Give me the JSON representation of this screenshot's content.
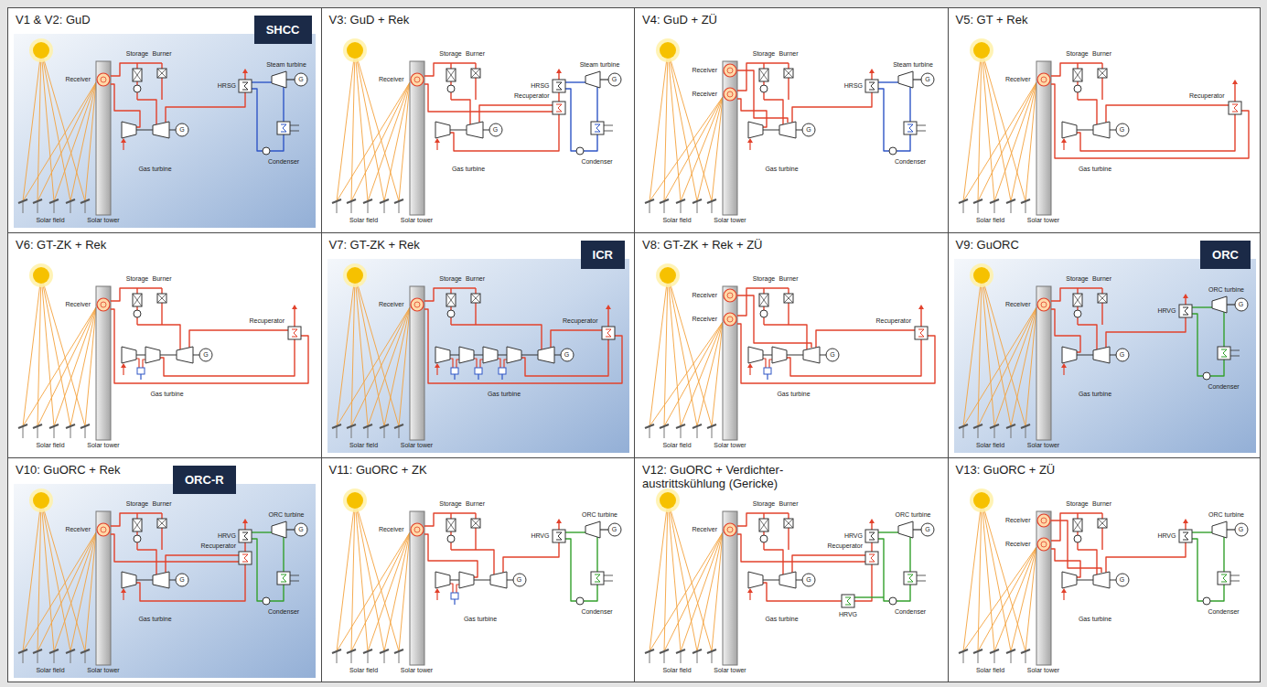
{
  "diagram": {
    "nodes": [
      {
        "text": [
          "V1 & V2: GuD",
          "Receiver",
          "Storage",
          "Burner",
          "Steam turbine",
          "G",
          "HRSG",
          "G",
          "Condenser",
          "Gas turbine",
          "Solar field",
          "Solar tower"
        ]
      },
      {
        "text": [
          "SHCC"
        ],
        "in": 0
      },
      {
        "text": [
          "V3: GuD + Rek",
          "Receiver",
          "Storage",
          "Burner",
          "Steam turbine",
          "G",
          "HRSG",
          "Recuperator",
          "G",
          "Condenser",
          "Gas turbine",
          "Solar field",
          "Solar tower"
        ]
      },
      {
        "text": [
          "V4: GuD + ZÜ",
          "Receiver",
          "Receiver",
          "Storage",
          "Burner",
          "Steam turbine",
          "G",
          "HRSG",
          "G",
          "Condenser",
          "Gas turbine",
          "Solar field",
          "Solar tower"
        ]
      },
      {
        "text": [
          "V5: GT + Rek",
          "Receiver",
          "Storage",
          "Burner",
          "Recuperator",
          "G",
          "Gas turbine",
          "Solar field",
          "Solar tower"
        ]
      },
      {
        "text": [
          "V6: GT-ZK + Rek",
          "Receiver",
          "Storage",
          "Burner",
          "Recuperator",
          "G",
          "Gas turbine",
          "Solar field",
          "Solar tower"
        ]
      },
      {
        "text": [
          "V7: GT-ZK + Rek",
          "Receiver",
          "Storage",
          "Burner",
          "Recuperator",
          "G",
          "Gas turbine",
          "Solar field",
          "Solar tower"
        ]
      },
      {
        "text": [
          "ICR"
        ],
        "in": 6
      },
      {
        "text": [
          "V8: GT-ZK + Rek + ZÜ",
          "Receiver",
          "Receiver",
          "Storage",
          "Burner",
          "Recuperator",
          "G",
          "Gas turbine",
          "Solar field",
          "Solar tower"
        ]
      },
      {
        "text": [
          "V9: GuORC",
          "Receiver",
          "Storage",
          "Burner",
          "ORC turbine",
          "G",
          "HRVG",
          "G",
          "Condenser",
          "Gas turbine",
          "Solar field",
          "Solar tower"
        ]
      },
      {
        "text": [
          "ORC"
        ],
        "in": 9
      },
      {
        "text": [
          "V10: GuORC + Rek",
          "Receiver",
          "Storage",
          "Burner",
          "ORC turbine",
          "G",
          "HRVG",
          "Recuperator",
          "G",
          "Condenser",
          "Gas turbine",
          "Solar field",
          "Solar tower"
        ]
      },
      {
        "text": [
          "ORC-R"
        ],
        "in": 11
      },
      {
        "text": [
          "V11: GuORC + ZK",
          "Receiver",
          "Storage",
          "Burner",
          "ORC turbine",
          "G",
          "HRVG",
          "G",
          "Condenser",
          "Gas turbine",
          "Solar field",
          "Solar tower"
        ]
      },
      {
        "text": [
          "V12: GuORC + Verdichter- austrittskühlung (Gericke)",
          "Receiver",
          "Storage",
          "Burner",
          "ORC turbine",
          "G",
          "HRVG",
          "Recuperator",
          "G",
          "HRVG",
          "Condenser",
          "Gas turbine",
          "Solar field",
          "Solar tower"
        ]
      },
      {
        "text": [
          "V13: GuORC + ZÜ",
          "Receiver",
          "Receiver",
          "Storage",
          "Burner",
          "ORC turbine",
          "G",
          "HRVG",
          "G",
          "Condenser",
          "Gas turbine",
          "Solar field",
          "Solar tower"
        ]
      }
    ]
  }
}
